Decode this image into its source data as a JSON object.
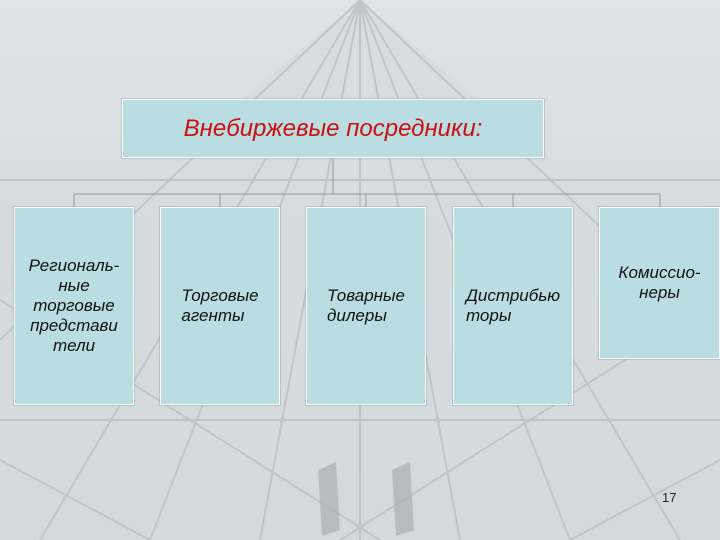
{
  "diagram": {
    "title": "Внебиржевые посредники:",
    "nodes": [
      {
        "label": "Региональ-\nные\nторговые\nпредстави\nтели"
      },
      {
        "label": "Торговые\nагенты"
      },
      {
        "label": "Товарные\nдилеры"
      },
      {
        "label": "Дистрибью\nторы"
      },
      {
        "label": "Комиссио-\nнеры"
      }
    ]
  },
  "slide": {
    "page_number": "17"
  },
  "colors": {
    "box_fill": "#b9dde0",
    "title_text": "#cc1010",
    "connector": "#8a9ea2"
  }
}
